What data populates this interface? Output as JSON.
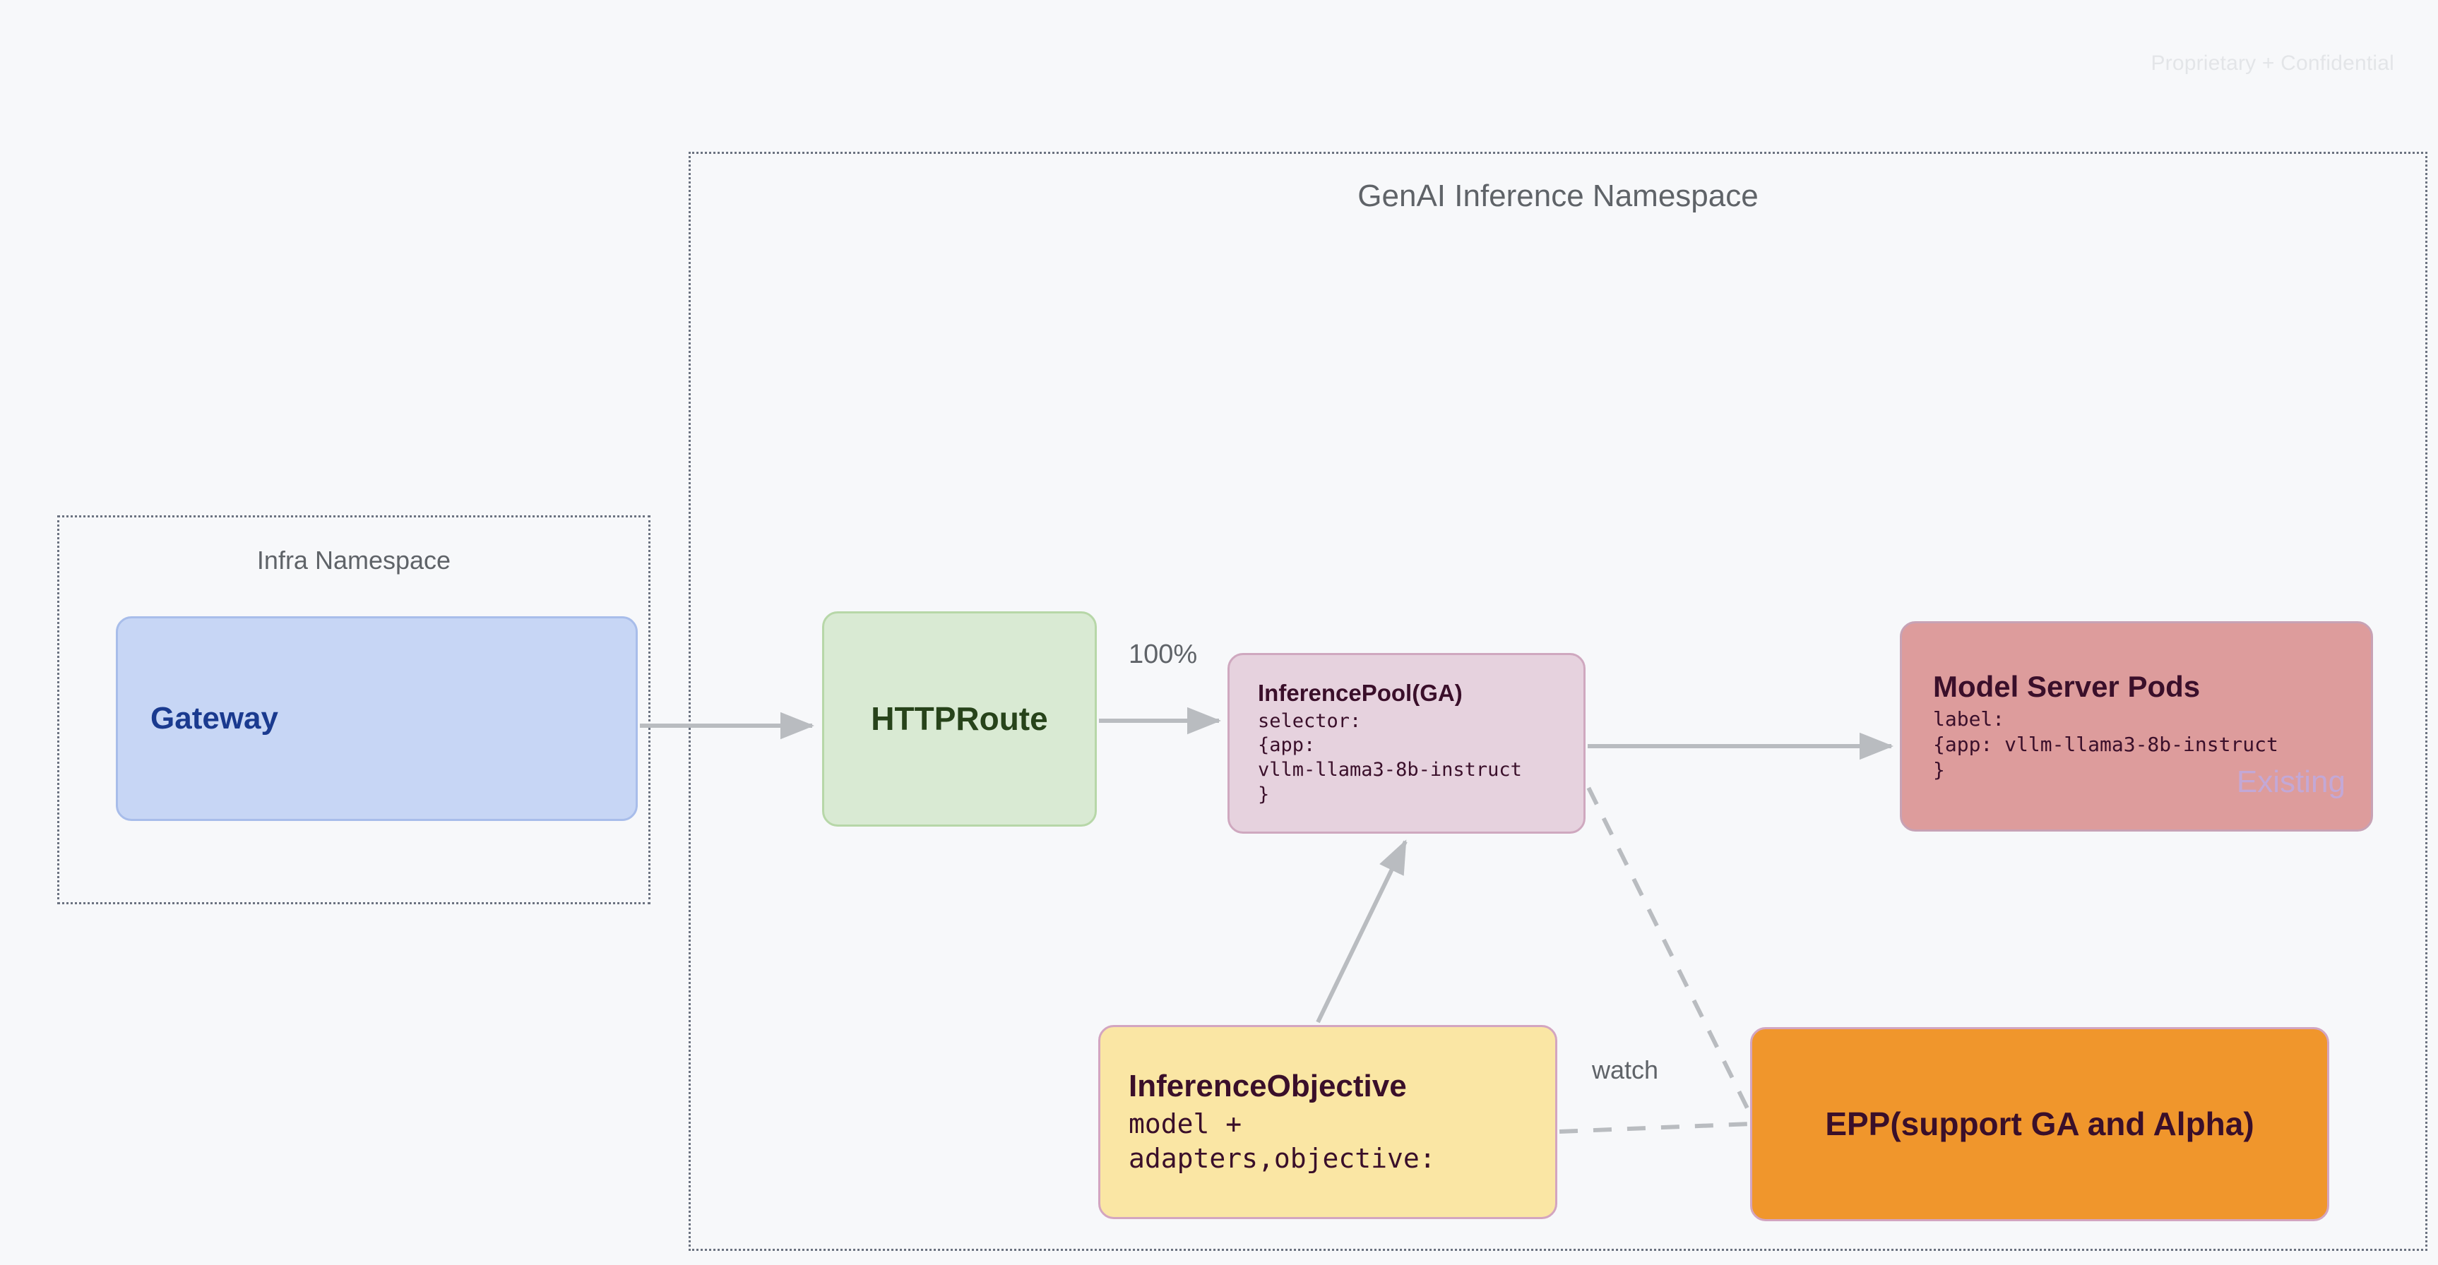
{
  "page": {
    "watermark": "Proprietary + Confidential",
    "background_color": "#f7f8fa"
  },
  "namespaces": [
    {
      "id": "genai",
      "title": "GenAI Inference Namespace",
      "border_style": "dotted",
      "border_color": "#6b7280"
    },
    {
      "id": "infra",
      "title": "Infra Namespace",
      "border_style": "dotted",
      "border_color": "#6b7280"
    }
  ],
  "nodes": {
    "gateway": {
      "title": "Gateway",
      "fill": "#c7d6f5",
      "stroke": "#a8bdea",
      "text_color": "#1a3a8f"
    },
    "httproute": {
      "title": "HTTPRoute",
      "fill": "#d9ead3",
      "stroke": "#b7d7a8",
      "text_color": "#27431a"
    },
    "inferencepool": {
      "title": "InferencePool(GA)",
      "subtitle": "selector:\n{app:\nvllm-llama3-8b-instruct\n}",
      "fill": "#e6d2de",
      "stroke": "#cfa8bf",
      "text_color": "#3a0f2a"
    },
    "modelserverpods": {
      "title": "Model Server Pods",
      "subtitle": "label:\n{app: vllm-llama3-8b-instruct\n}",
      "badge": "Existing",
      "fill": "#dd9c9c",
      "stroke": "#c7a2b5",
      "text_color": "#3a0f2a",
      "badge_color": "#c3a8d6"
    },
    "inferenceobjective": {
      "title": "InferenceObjective",
      "subtitle": "model +\nadapters,objective:",
      "fill": "#fae6a4",
      "stroke": "#d3a5c0",
      "text_color": "#3a0f2a"
    },
    "epp": {
      "title": "EPP(support GA and Alpha)",
      "fill": "#f0962c",
      "stroke": "#d3a5c0",
      "text_color": "#3a0f2a"
    }
  },
  "edges": [
    {
      "id": "gateway-to-httproute",
      "from": "gateway",
      "to": "httproute",
      "label": "",
      "style": "solid",
      "arrow": true
    },
    {
      "id": "httproute-to-inferencepool",
      "from": "httproute",
      "to": "inferencepool",
      "label": "100%",
      "style": "solid",
      "arrow": true
    },
    {
      "id": "inferencepool-to-modelserverpods",
      "from": "inferencepool",
      "to": "modelserverpods",
      "label": "",
      "style": "solid",
      "arrow": true
    },
    {
      "id": "inferenceobjective-to-inferencepool",
      "from": "inferenceobjective",
      "to": "inferencepool",
      "label": "",
      "style": "solid",
      "arrow": true
    },
    {
      "id": "inferencepool-to-epp",
      "from": "inferencepool",
      "to": "epp",
      "label": "",
      "style": "dashed",
      "arrow": false
    },
    {
      "id": "inferenceobjective-to-epp",
      "from": "inferenceobjective",
      "to": "epp",
      "label": "watch",
      "style": "dashed",
      "arrow": false
    }
  ],
  "edge_labels": {
    "traffic_percent": "100%",
    "watch": "watch"
  },
  "colors": {
    "connector": "#b9bcc0",
    "namespace_border": "#6b7280",
    "namespace_title": "#5f6368"
  }
}
